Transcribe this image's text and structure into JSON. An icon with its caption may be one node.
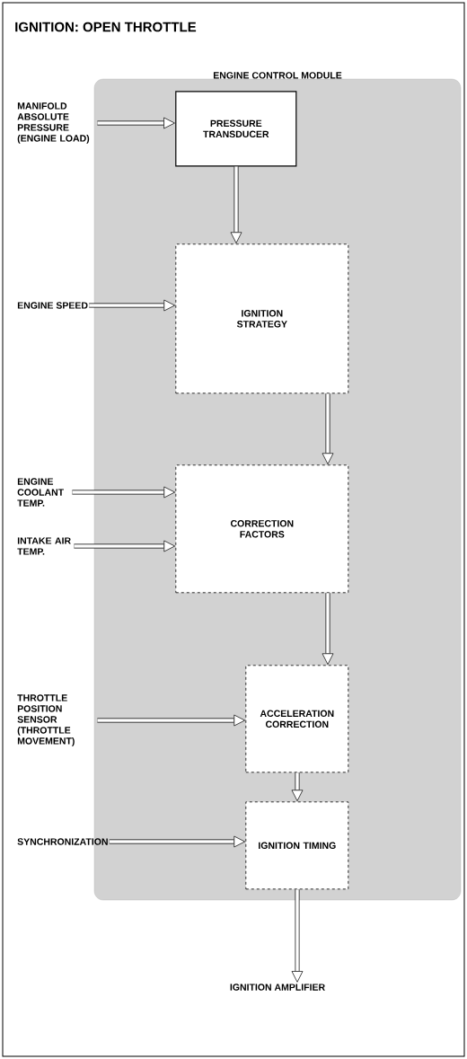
{
  "diagram": {
    "title": "IGNITION: OPEN THROTTLE",
    "nodes": [
      {
        "text": [
          "ENGINE CONTROL MODULE"
        ]
      },
      {
        "text": [
          "PRESSURE TRANSDUCER"
        ],
        "in": 0
      },
      {
        "text": [
          "IGNITION STRATEGY"
        ],
        "in": 0
      },
      {
        "text": [
          "CORRECTION FACTORS"
        ],
        "in": 0
      },
      {
        "text": [
          "ACCELERATION CORRECTION"
        ],
        "in": 0
      },
      {
        "text": [
          "IGNITION TIMING"
        ],
        "in": 0
      },
      {
        "text": [
          "MANIFOLD ABSOLUTE PRESSURE (ENGINE LOAD)"
        ]
      },
      {
        "text": [
          "ENGINE SPEED"
        ]
      },
      {
        "text": [
          "ENGINE COOLANT TEMP."
        ]
      },
      {
        "text": [
          "INTAKE AIR TEMP."
        ]
      },
      {
        "text": [
          "THROTTLE POSITION SENSOR (THROTTLE MOVEMENT)"
        ]
      },
      {
        "text": [
          "SYNCHRONIZATION"
        ]
      },
      {
        "text": [
          "IGNITION AMPLIFIER"
        ]
      }
    ],
    "edges": [
      {
        "from": 6,
        "to": 1,
        "arrow": "to"
      },
      {
        "from": 1,
        "to": 2,
        "arrow": "to"
      },
      {
        "from": 7,
        "to": 2,
        "arrow": "to"
      },
      {
        "from": 2,
        "to": 3,
        "arrow": "to"
      },
      {
        "from": 8,
        "to": 3,
        "arrow": "to"
      },
      {
        "from": 9,
        "to": 3,
        "arrow": "to"
      },
      {
        "from": 3,
        "to": 4,
        "arrow": "to"
      },
      {
        "from": 10,
        "to": 4,
        "arrow": "to"
      },
      {
        "from": 4,
        "to": 5,
        "arrow": "to"
      },
      {
        "from": 11,
        "to": 5,
        "arrow": "to"
      },
      {
        "from": 5,
        "to": 12,
        "arrow": "to"
      }
    ]
  }
}
